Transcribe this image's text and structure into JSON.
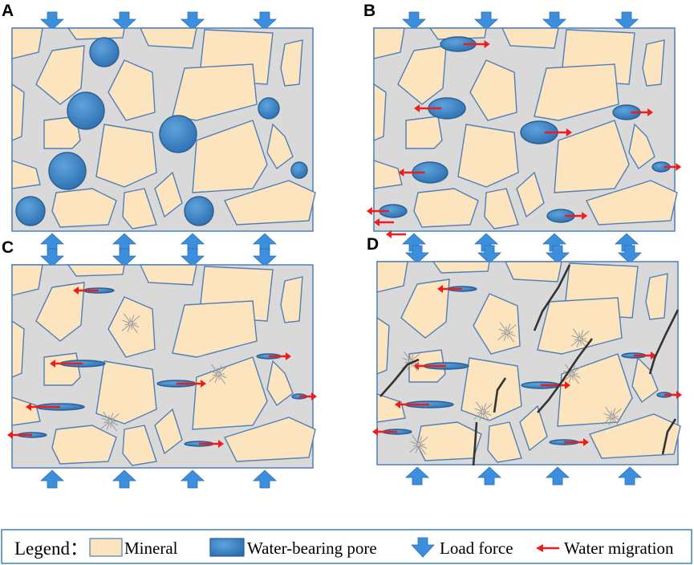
{
  "panels": [
    {
      "id": "A",
      "label": "A"
    },
    {
      "id": "B",
      "label": "B"
    },
    {
      "id": "C",
      "label": "C"
    },
    {
      "id": "D",
      "label": "D"
    }
  ],
  "legend": {
    "title": "Legend：",
    "items": [
      {
        "key": "mineral",
        "label": "Mineral"
      },
      {
        "key": "pore",
        "label": "Water-bearing pore"
      },
      {
        "key": "load",
        "label": "Load force"
      },
      {
        "key": "migration",
        "label": "Water migration"
      }
    ]
  },
  "colors": {
    "matrix": "#d9d9d9",
    "mineral": "#fce4be",
    "outline": "#4f7fba",
    "pore": "#3b82c4",
    "pore_dark": "#2a5f94",
    "load": "#3c8fdd",
    "migration": "#ee1c1c",
    "crack": "#333333",
    "micro_crack": "#9a9a9a"
  },
  "icons": {
    "load": "down-arrow-icon",
    "migration": "left-arrow-icon"
  }
}
